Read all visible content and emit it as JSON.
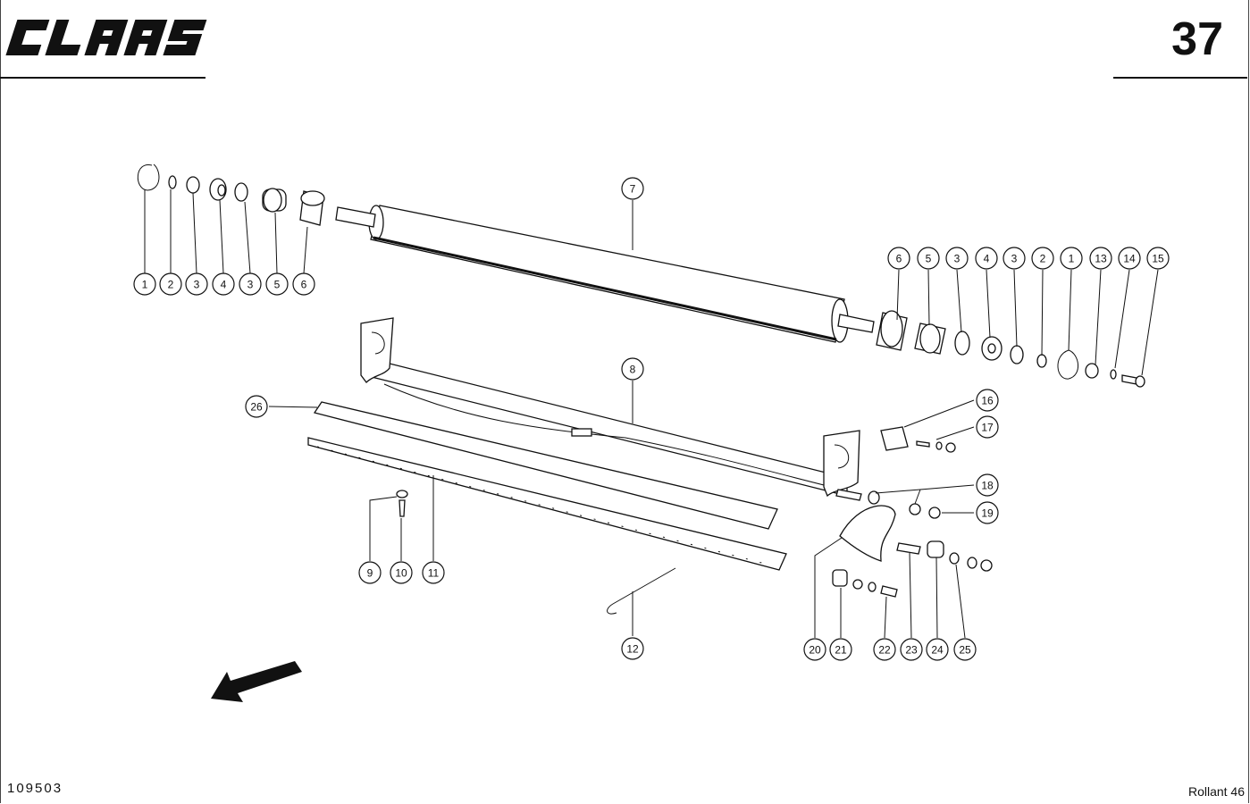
{
  "header": {
    "brand": "CLAAS",
    "page_number": "37"
  },
  "footer": {
    "doc_number": "109503",
    "model": "Rollant 46"
  },
  "callouts": [
    {
      "id": "c1",
      "label": "1"
    },
    {
      "id": "c2",
      "label": "2"
    },
    {
      "id": "c3",
      "label": "3"
    },
    {
      "id": "c4",
      "label": "4"
    },
    {
      "id": "c5",
      "label": "3"
    },
    {
      "id": "c6",
      "label": "5"
    },
    {
      "id": "c7",
      "label": "6"
    },
    {
      "id": "c8",
      "label": "7"
    },
    {
      "id": "c9",
      "label": "6"
    },
    {
      "id": "c10",
      "label": "5"
    },
    {
      "id": "c11",
      "label": "3"
    },
    {
      "id": "c12",
      "label": "4"
    },
    {
      "id": "c13",
      "label": "3"
    },
    {
      "id": "c14",
      "label": "2"
    },
    {
      "id": "c15",
      "label": "1"
    },
    {
      "id": "c16",
      "label": "13"
    },
    {
      "id": "c17",
      "label": "14"
    },
    {
      "id": "c18",
      "label": "15"
    },
    {
      "id": "c19",
      "label": "8"
    },
    {
      "id": "c20",
      "label": "26"
    },
    {
      "id": "c21",
      "label": "16"
    },
    {
      "id": "c22",
      "label": "17"
    },
    {
      "id": "c23",
      "label": "18"
    },
    {
      "id": "c24",
      "label": "19"
    },
    {
      "id": "c25",
      "label": "9"
    },
    {
      "id": "c26",
      "label": "10"
    },
    {
      "id": "c27",
      "label": "11"
    },
    {
      "id": "c28",
      "label": "12"
    },
    {
      "id": "c29",
      "label": "20"
    },
    {
      "id": "c30",
      "label": "21"
    },
    {
      "id": "c31",
      "label": "22"
    },
    {
      "id": "c32",
      "label": "23"
    },
    {
      "id": "c33",
      "label": "24"
    },
    {
      "id": "c34",
      "label": "25"
    }
  ]
}
